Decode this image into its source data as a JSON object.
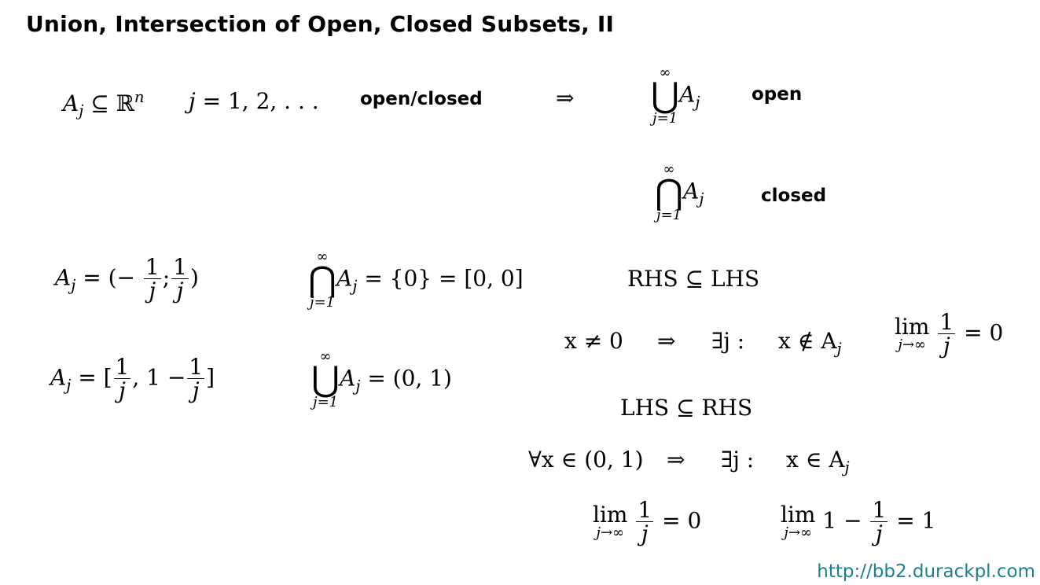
{
  "title": "Union, Intersection of Open, Closed Subsets, II",
  "labels": {
    "open_closed": "open/closed",
    "open": "open",
    "closed": "closed"
  },
  "math": {
    "aj": "A",
    "j": "j",
    "subset_rn": "⊆ ℝ",
    "n": "n",
    "j_range": "= 1, 2, . . .",
    "implies": "⇒",
    "union": "⋃",
    "intersection": "⋂",
    "infinity": "∞",
    "j_eq_1": "j=1",
    "eq_minus": "= (−",
    "one": "1",
    "semicolon": ";",
    "close_paren": ")",
    "inter_result": "= {0} = [0, 0]",
    "eq_bracket": "= [",
    "comma_one_minus": ", 1 −",
    "close_bracket": "]",
    "union_result": "= (0, 1)",
    "rhs_subset_lhs": "RHS ⊆ LHS",
    "lhs_subset_rhs": "LHS ⊆ RHS",
    "x_neq_0": "x ≠ 0",
    "exists_j": "∃j :",
    "x_notin": "x ∉ A",
    "lim": "lim",
    "j_to_inf": "j→∞",
    "eq_zero": "= 0",
    "eq_one": "= 1",
    "forall_x": "∀x ∈ (0, 1)",
    "x_in": "x ∈ A",
    "one_minus": "1 −"
  },
  "url": "http://bb2.durackpl.com"
}
